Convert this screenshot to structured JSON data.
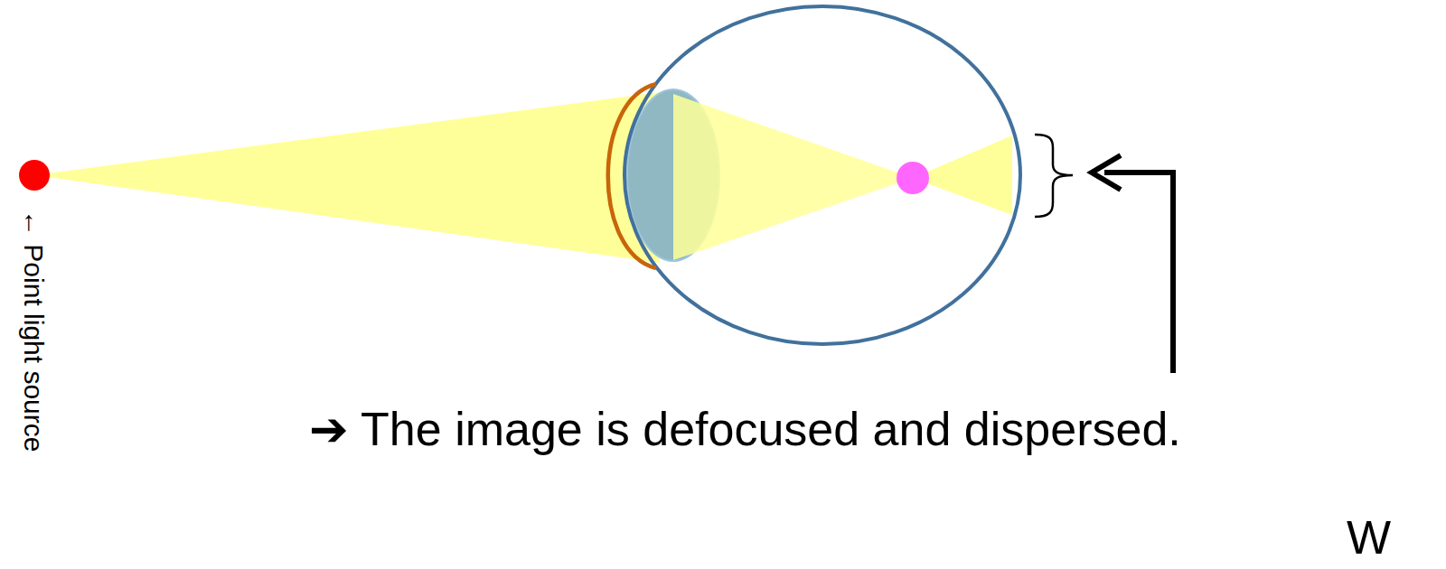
{
  "diagram": {
    "labels": [
      "← Point light source",
      "➔ The image is defocused and dispersed.",
      "W"
    ]
  }
}
